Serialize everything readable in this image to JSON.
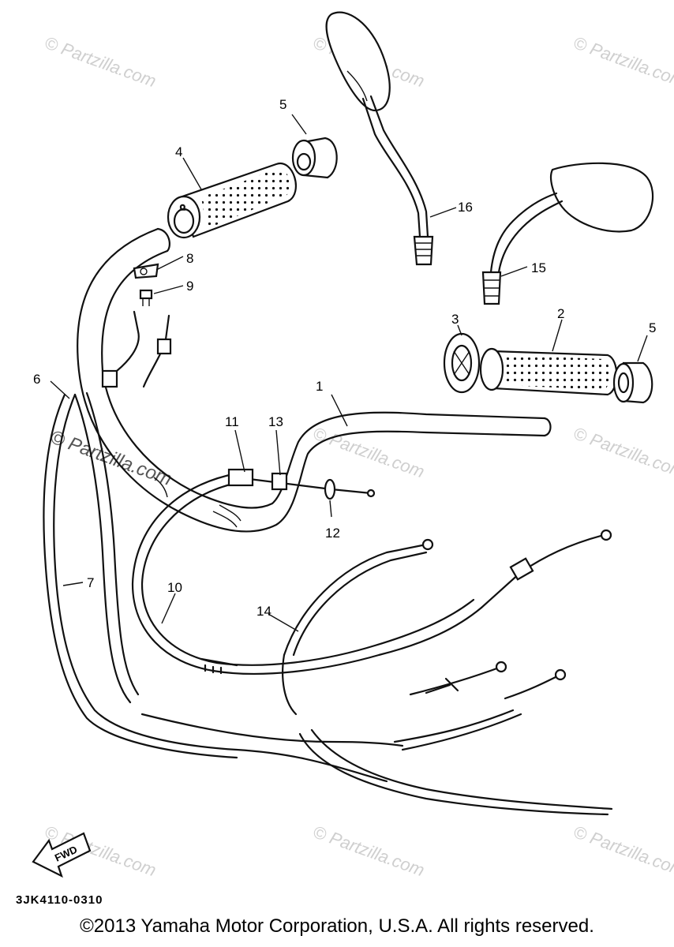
{
  "callouts": [
    "1",
    "2",
    "3",
    "4",
    "5",
    "5",
    "6",
    "7",
    "8",
    "9",
    "10",
    "11",
    "12",
    "13",
    "14",
    "15",
    "16"
  ],
  "fwd_label": "FWD",
  "watermark": "© Partzilla.com",
  "part_code": "3JK4110-0310",
  "copyright": "©2013 Yamaha Motor Corporation, U.S.A. All rights reserved."
}
